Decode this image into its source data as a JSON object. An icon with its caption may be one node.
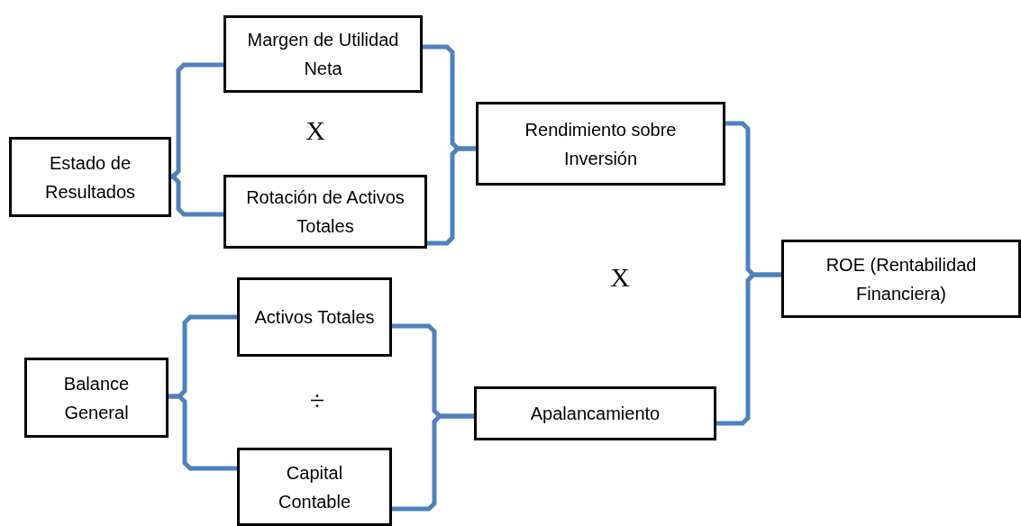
{
  "diagram": {
    "nodes": [
      {
        "text": [
          "Estado de Resultados"
        ]
      },
      {
        "text": [
          "Margen de Utilidad Neta"
        ]
      },
      {
        "text": [
          "Rotación de Activos Totales"
        ]
      },
      {
        "text": [
          "Rendimiento sobre Inversión"
        ]
      },
      {
        "text": [
          "ROE (Rentabilidad Financiera)"
        ]
      },
      {
        "text": [
          "Balance General"
        ]
      },
      {
        "text": [
          "Activos Totales"
        ]
      },
      {
        "text": [
          "Capital Contable"
        ]
      },
      {
        "text": [
          "Apalancamiento"
        ]
      }
    ],
    "edges": [
      {
        "from": 0,
        "to": 1,
        "arrow": "none"
      },
      {
        "from": 0,
        "to": 2,
        "arrow": "none"
      },
      {
        "from": 1,
        "to": 3,
        "arrow": "none"
      },
      {
        "from": 2,
        "to": 3,
        "arrow": "none"
      },
      {
        "from": 3,
        "to": 4,
        "arrow": "none"
      },
      {
        "from": 8,
        "to": 4,
        "arrow": "none"
      },
      {
        "from": 5,
        "to": 6,
        "arrow": "none"
      },
      {
        "from": 5,
        "to": 7,
        "arrow": "none"
      },
      {
        "from": 6,
        "to": 8,
        "arrow": "none"
      },
      {
        "from": 7,
        "to": 8,
        "arrow": "none"
      }
    ],
    "labels": [
      "X",
      "X",
      "÷"
    ]
  }
}
